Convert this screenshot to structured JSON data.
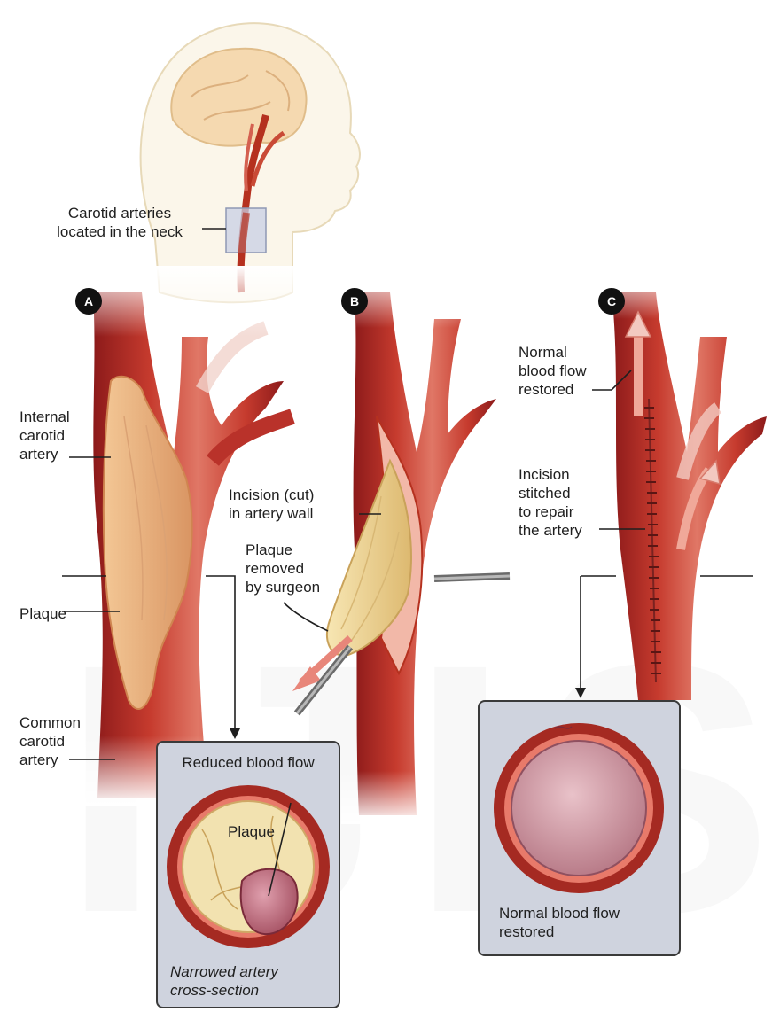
{
  "colors": {
    "artery_dark": "#9a1f1f",
    "artery": "#c0392b",
    "artery_light": "#e58a7c",
    "plaque": "#e9b07a",
    "plaque_yellow": "#efd79a",
    "skin": "#f7e7c8",
    "panel_bg": "#cfd3de",
    "badge": "#111111"
  },
  "labels": {
    "neck_carotid": "Carotid arteries\nlocated in the neck",
    "internal_carotid": "Internal\ncarotid\nartery",
    "plaque_a": "Plaque",
    "common_carotid": "Common\ncarotid\nartery",
    "incision_cut": "Incision (cut)\nin artery wall",
    "plaque_removed": "Plaque\nremoved\nby surgeon",
    "normal_flow_top": "Normal\nblood flow\nrestored",
    "incision_stitched": "Incision\nstitched\nto repair\nthe artery"
  },
  "badges": {
    "a": "A",
    "b": "B",
    "c": "C"
  },
  "panel_left": {
    "title": "Reduced blood flow",
    "inner_label": "Plaque",
    "caption": "Narrowed artery\ncross-section"
  },
  "panel_right": {
    "caption": "Normal blood flow\nrestored"
  },
  "watermark_text": "IJISE"
}
